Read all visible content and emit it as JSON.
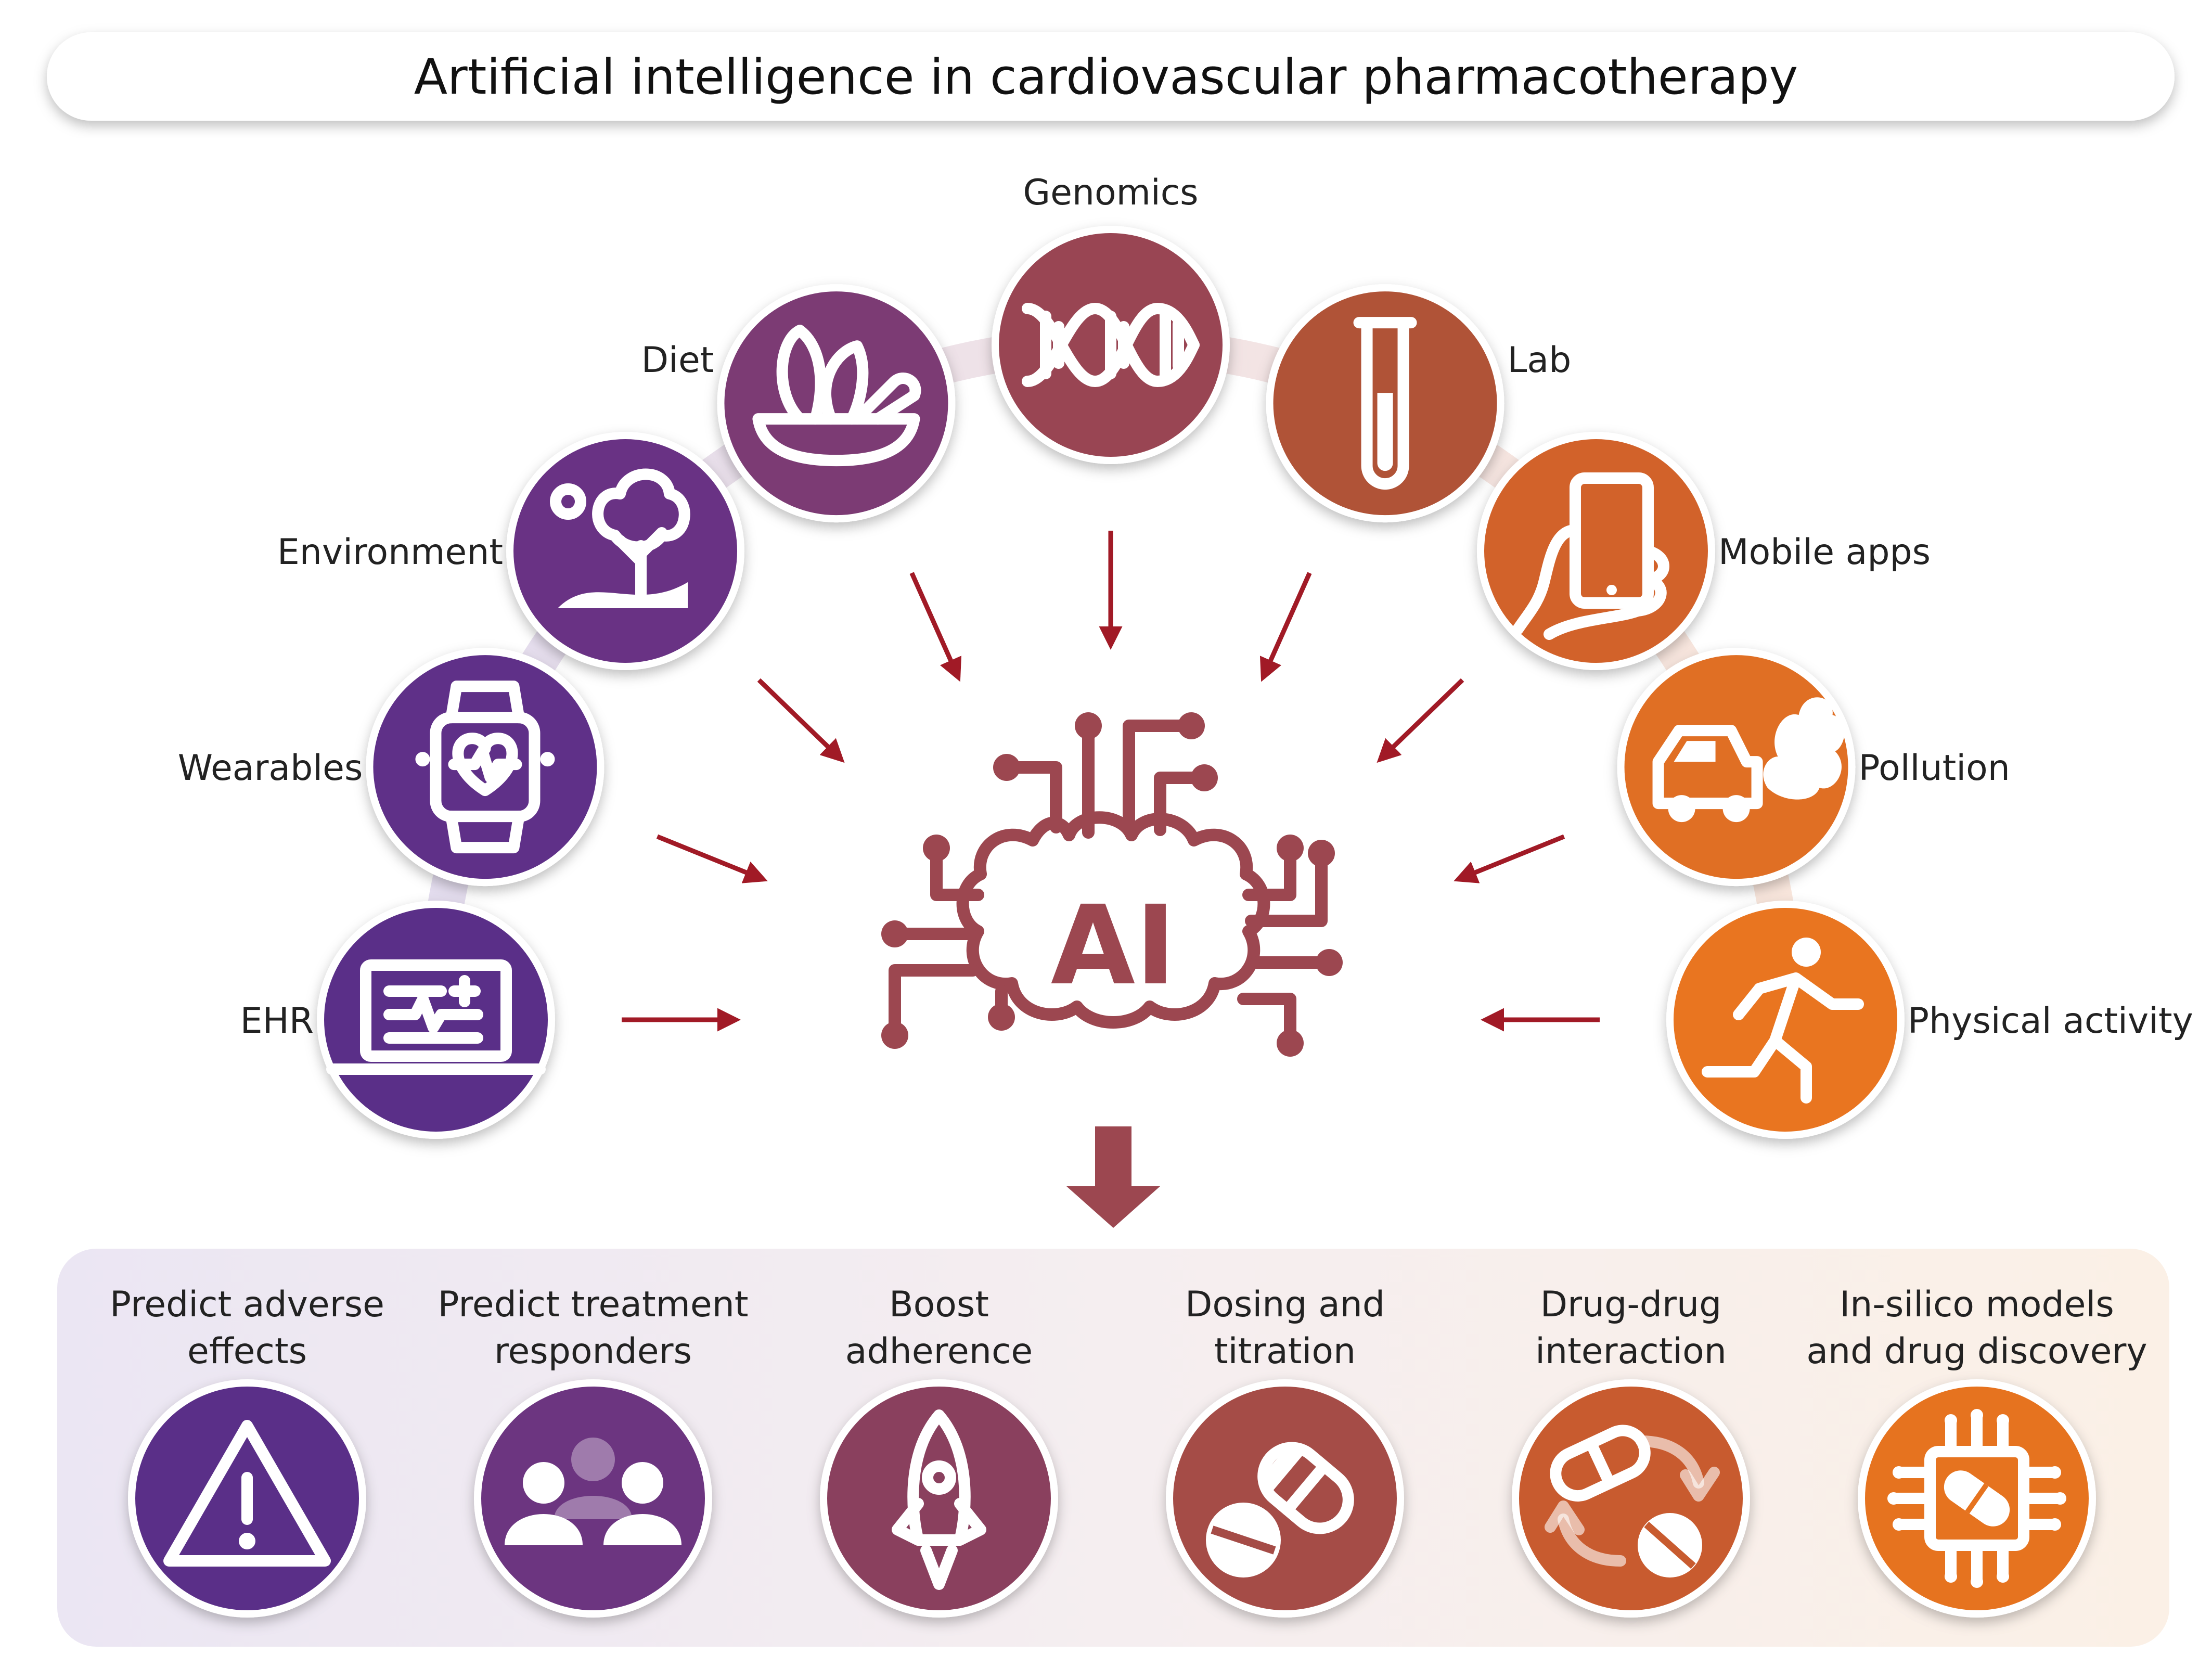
{
  "title": "Artificial intelligence in cardiovascular pharmacotherapy",
  "center": {
    "label": "AI",
    "color": "#9c4750"
  },
  "arrow_color": "#a11a26",
  "inputs": [
    {
      "label": "EHR",
      "icon": "laptop-ehr-icon",
      "color": "#5a2f88"
    },
    {
      "label": "Wearables",
      "icon": "smartwatch-icon",
      "color": "#5f3088"
    },
    {
      "label": "Environment",
      "icon": "tree-sun-icon",
      "color": "#693284"
    },
    {
      "label": "Diet",
      "icon": "salad-bowl-icon",
      "color": "#7c3b74"
    },
    {
      "label": "Genomics",
      "icon": "dna-icon",
      "color": "#994553"
    },
    {
      "label": "Lab",
      "icon": "test-tube-icon",
      "color": "#b05337"
    },
    {
      "label": "Mobile apps",
      "icon": "smartphone-hand-icon",
      "color": "#d2622a"
    },
    {
      "label": "Pollution",
      "icon": "car-exhaust-icon",
      "color": "#e06f24"
    },
    {
      "label": "Physical activity",
      "icon": "running-person-icon",
      "color": "#e97520"
    }
  ],
  "outputs": [
    {
      "line1": "Predict adverse",
      "line2": "effects",
      "icon": "warning-icon",
      "color": "#5a2f88"
    },
    {
      "line1": "Predict treatment",
      "line2": "responders",
      "icon": "people-group-icon",
      "color": "#6c3580"
    },
    {
      "line1": "Boost",
      "line2": "adherence",
      "icon": "rocket-icon",
      "color": "#8a405e"
    },
    {
      "line1": "Dosing and",
      "line2": "titration",
      "icon": "pills-icon",
      "color": "#a54c47"
    },
    {
      "line1": "Drug-drug",
      "line2": "interaction",
      "icon": "drug-interaction-icon",
      "color": "#c85b2f"
    },
    {
      "line1": "In-silico models",
      "line2": "and drug discovery",
      "icon": "chip-pill-icon",
      "color": "#e6731f"
    }
  ]
}
